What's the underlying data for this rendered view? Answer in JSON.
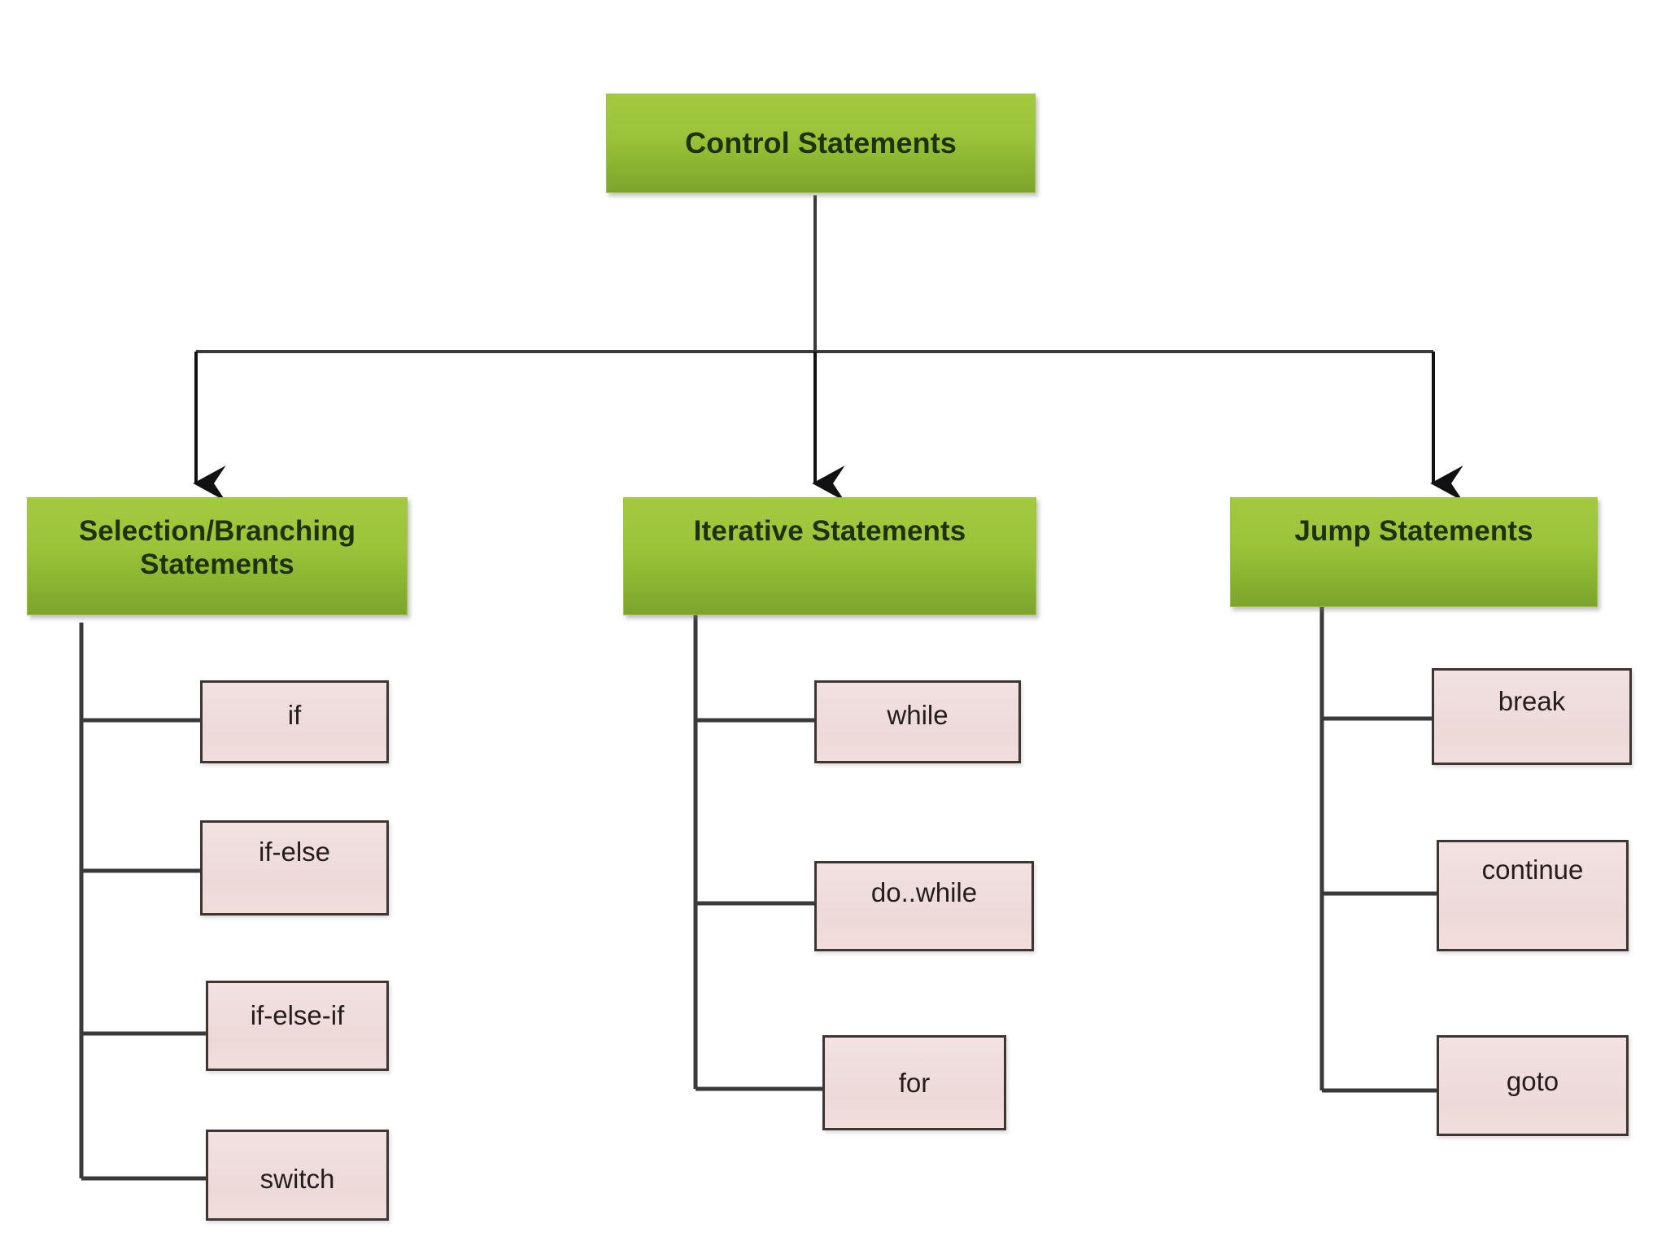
{
  "diagram": {
    "title": "Control Statements",
    "background_color": "#ffffff",
    "palette": {
      "category_fill_top": "#a3c93f",
      "category_fill_bottom": "#7da32d",
      "category_text": "#1e3206",
      "leaf_fill": "#efdcdc",
      "leaf_border": "#3d3634",
      "leaf_text": "#241d1c",
      "connector": "#3a3a3a"
    },
    "root": {
      "label": "Control Statements"
    },
    "branches": [
      {
        "key": "selection",
        "label": "Selection/Branching Statements",
        "label_line1": "Selection/Branching",
        "label_line2": "Statements",
        "leaves": [
          {
            "key": "if",
            "label": "if"
          },
          {
            "key": "if-else",
            "label": "if-else"
          },
          {
            "key": "if-else-if",
            "label": "if-else-if"
          },
          {
            "key": "switch",
            "label": "switch"
          }
        ]
      },
      {
        "key": "iterative",
        "label": "Iterative Statements",
        "leaves": [
          {
            "key": "while",
            "label": "while"
          },
          {
            "key": "do-while",
            "label": "do..while"
          },
          {
            "key": "for",
            "label": "for"
          }
        ]
      },
      {
        "key": "jump",
        "label": "Jump Statements",
        "leaves": [
          {
            "key": "break",
            "label": "break"
          },
          {
            "key": "continue",
            "label": "continue"
          },
          {
            "key": "goto",
            "label": "goto"
          }
        ]
      }
    ]
  }
}
